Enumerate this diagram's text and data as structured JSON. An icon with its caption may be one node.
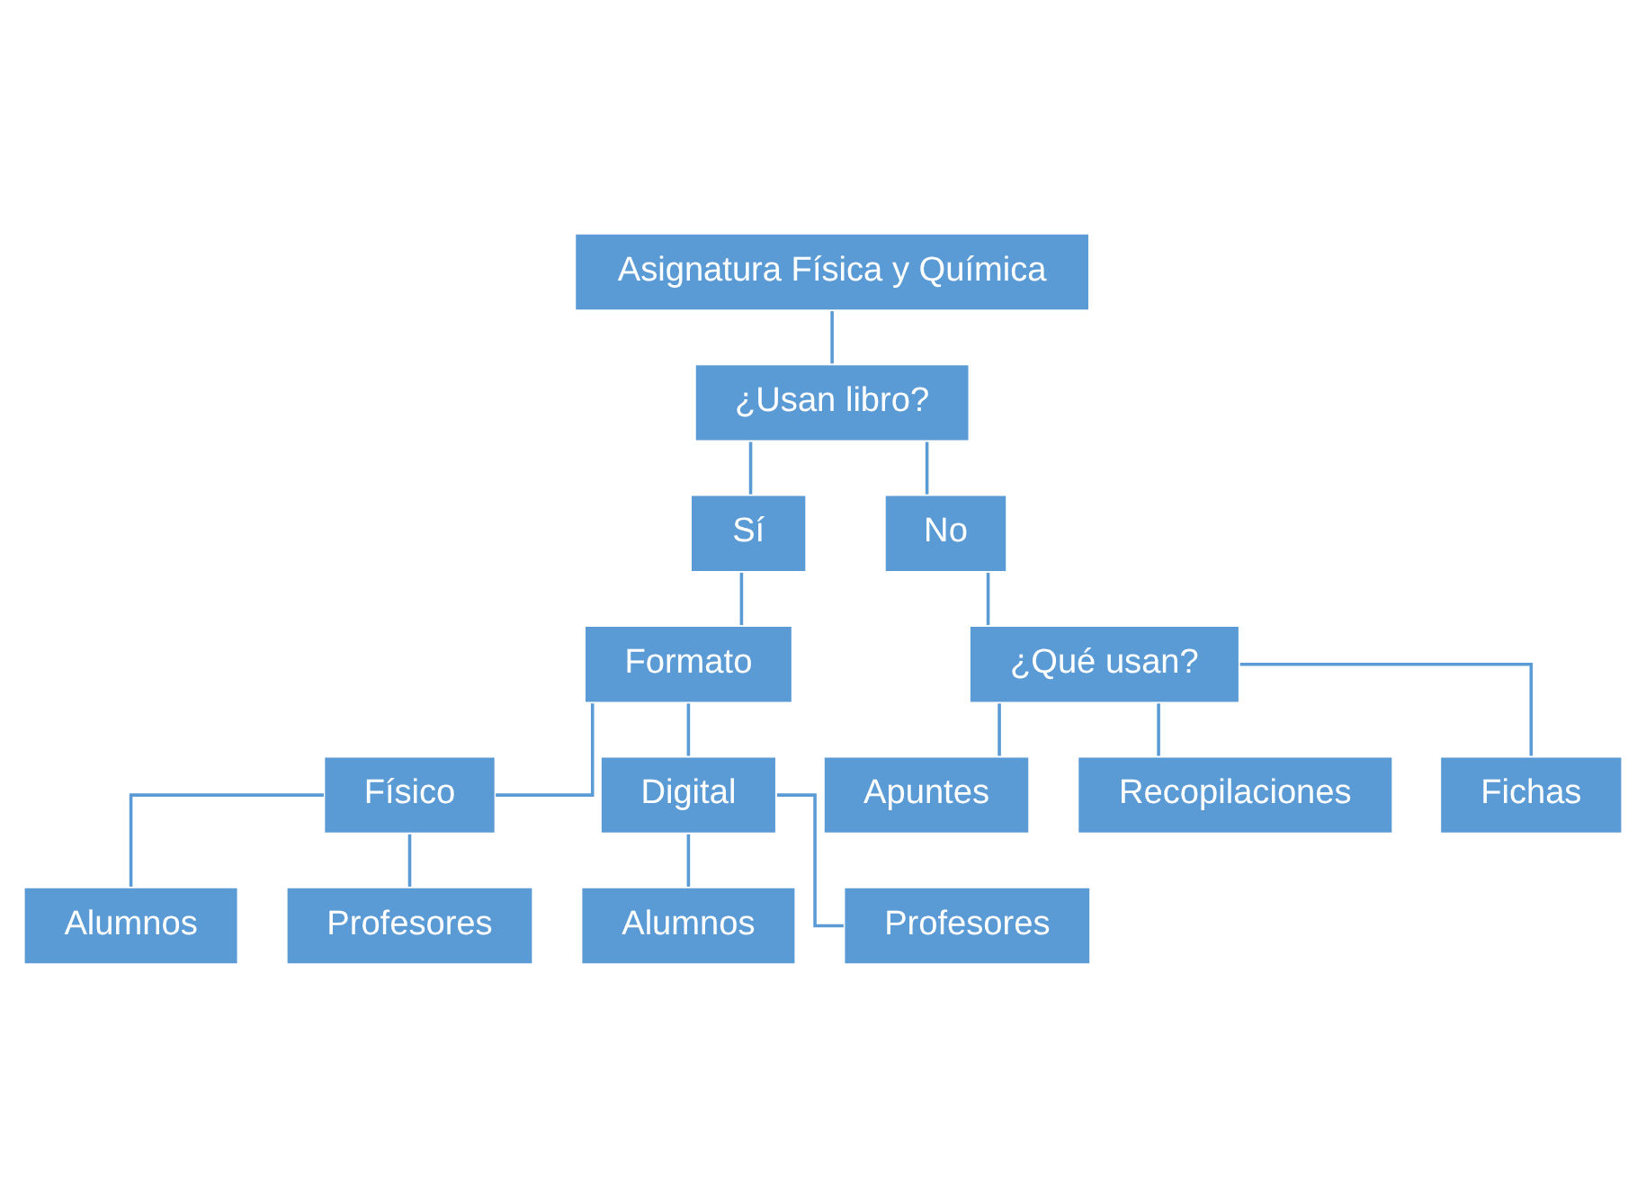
{
  "diagram": {
    "nodes": [
      {
        "text": [
          "Asignatura Física y Química"
        ]
      },
      {
        "text": [
          "¿Usan libro?"
        ]
      },
      {
        "text": [
          "Sí"
        ]
      },
      {
        "text": [
          "No"
        ]
      },
      {
        "text": [
          "Formato"
        ]
      },
      {
        "text": [
          "¿Qué usan?"
        ]
      },
      {
        "text": [
          "Físico"
        ]
      },
      {
        "text": [
          "Digital"
        ]
      },
      {
        "text": [
          "Alumnos"
        ]
      },
      {
        "text": [
          "Profesores"
        ]
      },
      {
        "text": [
          "Alumnos"
        ]
      },
      {
        "text": [
          "Profesores"
        ]
      },
      {
        "text": [
          "Apuntes"
        ]
      },
      {
        "text": [
          "Recopilaciones"
        ]
      },
      {
        "text": [
          "Fichas"
        ]
      }
    ],
    "edges": [
      {
        "from": 0,
        "to": 1,
        "arrow": "none"
      },
      {
        "from": 1,
        "to": 2,
        "arrow": "none"
      },
      {
        "from": 1,
        "to": 3,
        "arrow": "none"
      },
      {
        "from": 2,
        "to": 4,
        "arrow": "none"
      },
      {
        "from": 3,
        "to": 5,
        "arrow": "none"
      },
      {
        "from": 4,
        "to": 6,
        "arrow": "none"
      },
      {
        "from": 4,
        "to": 7,
        "arrow": "none"
      },
      {
        "from": 6,
        "to": 8,
        "arrow": "none"
      },
      {
        "from": 6,
        "to": 9,
        "arrow": "none"
      },
      {
        "from": 7,
        "to": 10,
        "arrow": "none"
      },
      {
        "from": 7,
        "to": 11,
        "arrow": "none"
      },
      {
        "from": 5,
        "to": 12,
        "arrow": "none"
      },
      {
        "from": 5,
        "to": 13,
        "arrow": "none"
      },
      {
        "from": 5,
        "to": 14,
        "arrow": "none"
      }
    ]
  }
}
